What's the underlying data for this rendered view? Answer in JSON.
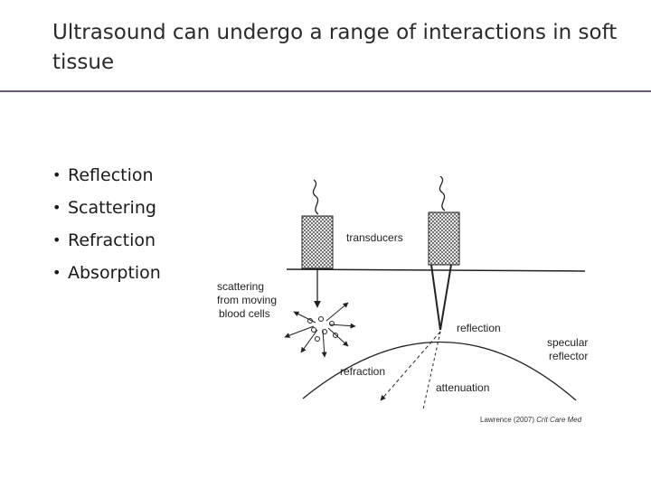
{
  "slide": {
    "title": "Ultrasound can undergo a range of interactions in soft tissue",
    "rule_color": "#6a5b72",
    "bullet_char": "•",
    "bullets": [
      "Reflection",
      "Scattering",
      "Refraction",
      "Absorption"
    ]
  },
  "figure": {
    "labels": {
      "transducers": "transducers",
      "scattering_1": "scattering",
      "scattering_2": "from moving",
      "scattering_3": "blood cells",
      "reflection": "reflection",
      "specular_1": "specular",
      "specular_2": "reflector",
      "refraction": "refraction",
      "attenuation": "attenuation"
    }
  },
  "citation": {
    "author": "Lawrence (2007)",
    "journal": "Crit Care Med"
  }
}
